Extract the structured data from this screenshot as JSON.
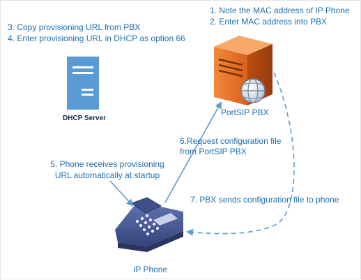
{
  "notes": {
    "pbx_steps": [
      "1. Note the MAC address of IP Phone",
      "2. Enter MAC address into PBX"
    ],
    "dhcp_steps": [
      "3. Copy provisioning URL from PBX",
      "4. Enter provisioning URL in DHCP as option 66"
    ],
    "step5": [
      "5. Phone receives provisioning",
      "URL automatically at startup"
    ],
    "step6": [
      "6.Request configuration file",
      "from PortSIP PBX"
    ],
    "step7": "7. PBX sends configuration file to phone"
  },
  "nodes": {
    "dhcp": {
      "label": "DHCP Server",
      "icon": "server-tower-icon"
    },
    "pbx": {
      "label": "PortSIP PBX",
      "icon": "pbx-server-globe-icon"
    },
    "phone": {
      "label": "IP Phone",
      "icon": "desk-phone-icon"
    }
  },
  "colors": {
    "text": "#1f6fb2",
    "arrow": "#5b9bd5",
    "dhcp_body": "#5b9bd5",
    "pbx_body": "#e8742a",
    "phone_body": "#4a5f9c",
    "label": "#1b2a52"
  }
}
